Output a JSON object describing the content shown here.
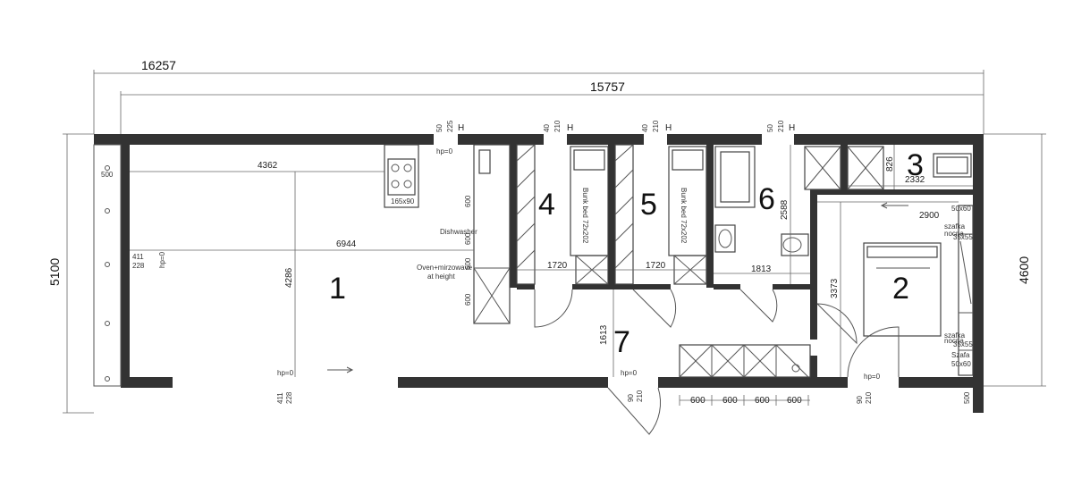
{
  "dimensions": {
    "overall_width": "16257",
    "inner_width": "15757",
    "overall_height": "5100",
    "inner_height": "4600",
    "d_500_left": "500",
    "d_500_right": "500",
    "d_4362": "4362",
    "d_6944": "6944",
    "d_4286": "4286",
    "d_1720_a": "1720",
    "d_1720_b": "1720",
    "d_1813": "1813",
    "d_2588": "2588",
    "d_826": "826",
    "d_2332": "2332",
    "d_2900": "2900",
    "d_3373": "3373",
    "d_1613": "1613",
    "d_600_1": "600",
    "d_600_2": "600",
    "d_600_3": "600",
    "d_600_4": "600",
    "d_600_v1": "600",
    "d_600_v2": "600",
    "d_600_v3": "600",
    "d_600_v4": "600"
  },
  "rooms": {
    "r1": "1",
    "r2": "2",
    "r3": "3",
    "r4": "4",
    "r5": "5",
    "r6": "6",
    "r7": "7"
  },
  "labels": {
    "hob": "165x90",
    "dishwasher": "Dishwasher",
    "oven_line1": "Oven+mirzowave",
    "oven_line2": "at height",
    "bunk_bed_1": "Bunk bed 72x202",
    "bunk_bed_2": "Bunk bed 72x202",
    "szafka_nocna_1": "szafka",
    "szafka_nocna_1b": "nocna",
    "szafka_size_1": "35x55",
    "szafka_nocna_2": "szafka",
    "szafka_nocna_2b": "nocna",
    "szafka_size_2": "35x55",
    "cab_50x60_a": "50x60",
    "cab_50x60_b": "50x60",
    "szafa": "Szafa"
  },
  "windows": {
    "w1_a": "50",
    "w1_b": "225",
    "w1_h": "H",
    "w2_a": "40",
    "w2_b": "210",
    "w2_h": "H",
    "w3_a": "40",
    "w3_b": "210",
    "w3_h": "H",
    "w4_a": "50",
    "w4_b": "210",
    "w4_h": "H",
    "left_a": "411",
    "left_b": "228",
    "bottom_a": "411",
    "bottom_b": "228",
    "door_a": "90",
    "door_b": "210",
    "door2_a": "90",
    "door2_b": "210"
  },
  "heights": {
    "hp_top": "hp=0",
    "hp_left": "hp=0",
    "hp_bottom": "hp=0",
    "hp_entry": "hp=0",
    "hp_bedroom": "hp=0"
  }
}
